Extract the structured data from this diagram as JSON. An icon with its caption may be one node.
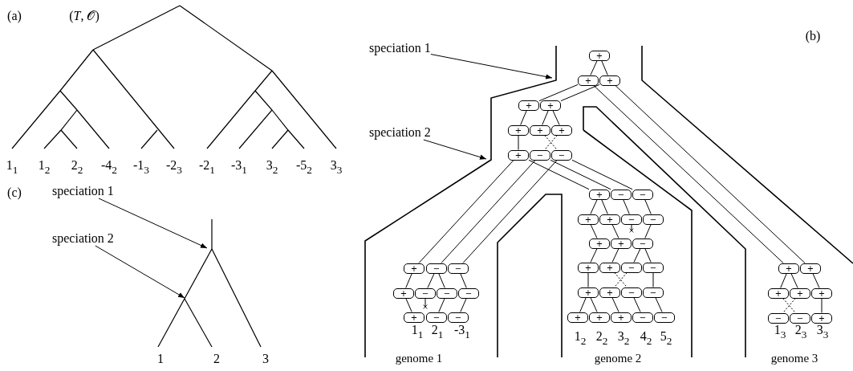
{
  "diagram": {
    "nodes": [
      {
        "text": [
          "speciation 1"
        ]
      },
      {
        "text": [
          "speciation 2"
        ]
      },
      {
        "text": [
          "+"
        ]
      },
      {
        "text": [
          "+"
        ]
      },
      {
        "text": [
          "+"
        ]
      },
      {
        "text": [
          "+"
        ]
      },
      {
        "text": [
          "+"
        ]
      },
      {
        "text": [
          "+"
        ]
      },
      {
        "text": [
          "+"
        ]
      },
      {
        "text": [
          "+"
        ]
      },
      {
        "text": [
          "+"
        ]
      },
      {
        "text": [
          "−"
        ]
      },
      {
        "text": [
          "−"
        ]
      },
      {
        "text": [
          "+"
        ]
      },
      {
        "text": [
          "−"
        ]
      },
      {
        "text": [
          "−"
        ]
      },
      {
        "text": [
          "+"
        ]
      },
      {
        "text": [
          "−"
        ]
      },
      {
        "text": [
          "−"
        ]
      },
      {
        "text": [
          "−"
        ]
      },
      {
        "text": [
          "+"
        ]
      },
      {
        "text": [
          "−"
        ]
      },
      {
        "text": [
          "−"
        ]
      },
      {
        "text": [
          "+"
        ]
      },
      {
        "text": [
          "−"
        ]
      },
      {
        "text": [
          "−"
        ]
      },
      {
        "text": [
          "+"
        ]
      },
      {
        "text": [
          "+"
        ]
      },
      {
        "text": [
          "−"
        ]
      },
      {
        "text": [
          "−"
        ]
      },
      {
        "text": [
          "+"
        ]
      },
      {
        "text": [
          "+"
        ]
      },
      {
        "text": [
          "−"
        ]
      },
      {
        "text": [
          "+"
        ]
      },
      {
        "text": [
          "+"
        ]
      },
      {
        "text": [
          "−"
        ]
      },
      {
        "text": [
          "−"
        ]
      },
      {
        "text": [
          "+"
        ]
      },
      {
        "text": [
          "+"
        ]
      },
      {
        "text": [
          "−"
        ]
      },
      {
        "text": [
          "−"
        ]
      },
      {
        "text": [
          "+"
        ]
      },
      {
        "text": [
          "+"
        ]
      },
      {
        "text": [
          "+"
        ]
      },
      {
        "text": [
          "−"
        ]
      },
      {
        "text": [
          "−"
        ]
      },
      {
        "text": [
          "+"
        ]
      },
      {
        "text": [
          "+"
        ]
      },
      {
        "text": [
          "+"
        ]
      },
      {
        "text": [
          "+"
        ]
      },
      {
        "text": [
          "+"
        ]
      },
      {
        "text": [
          "−"
        ]
      },
      {
        "text": [
          "−"
        ]
      },
      {
        "text": [
          "+"
        ]
      },
      {
        "text": [
          "speciation 1"
        ]
      },
      {
        "text": [
          "speciation 2"
        ]
      }
    ],
    "edges": [
      {
        "from": 0,
        "to": null,
        "arrow": "to"
      },
      {
        "from": 1,
        "to": null,
        "arrow": "to"
      },
      {
        "from": 2,
        "to": 3,
        "arrow": "none"
      },
      {
        "from": 2,
        "to": 4,
        "arrow": "none"
      },
      {
        "from": 3,
        "to": 5,
        "arrow": "none"
      },
      {
        "from": 3,
        "to": 46,
        "arrow": "none"
      },
      {
        "from": 4,
        "to": 6,
        "arrow": "none"
      },
      {
        "from": 4,
        "to": 47,
        "arrow": "none"
      },
      {
        "from": 5,
        "to": 7,
        "arrow": "none"
      },
      {
        "from": 6,
        "to": 8,
        "arrow": "none"
      },
      {
        "from": 6,
        "to": 9,
        "arrow": "none"
      },
      {
        "from": 7,
        "to": 10,
        "arrow": "none"
      },
      {
        "from": 8,
        "to": 12,
        "arrow": "none",
        "style": "dashed"
      },
      {
        "from": 9,
        "to": 11,
        "arrow": "none",
        "style": "dashed"
      },
      {
        "from": 10,
        "to": 13,
        "arrow": "none"
      },
      {
        "from": 10,
        "to": 23,
        "arrow": "none"
      },
      {
        "from": 11,
        "to": 14,
        "arrow": "none"
      },
      {
        "from": 11,
        "to": 24,
        "arrow": "none"
      },
      {
        "from": 12,
        "to": 15,
        "arrow": "none"
      },
      {
        "from": 12,
        "to": 25,
        "arrow": "none"
      },
      {
        "from": 13,
        "to": 16,
        "arrow": "none"
      },
      {
        "from": 14,
        "to": 17,
        "arrow": "none"
      },
      {
        "from": 14,
        "to": 18,
        "arrow": "none"
      },
      {
        "from": 15,
        "to": 19,
        "arrow": "none"
      },
      {
        "from": 16,
        "to": 20,
        "arrow": "none"
      },
      {
        "from": 17,
        "to": null,
        "arrow": "other"
      },
      {
        "from": 18,
        "to": 21,
        "arrow": "none"
      },
      {
        "from": 19,
        "to": 22,
        "arrow": "none"
      },
      {
        "from": 23,
        "to": 26,
        "arrow": "none"
      },
      {
        "from": 23,
        "to": 27,
        "arrow": "none"
      },
      {
        "from": 24,
        "to": 28,
        "arrow": "none"
      },
      {
        "from": 25,
        "to": 29,
        "arrow": "none"
      },
      {
        "from": 26,
        "to": 30,
        "arrow": "none"
      },
      {
        "from": 27,
        "to": 31,
        "arrow": "none"
      },
      {
        "from": 28,
        "to": null,
        "arrow": "other"
      },
      {
        "from": 29,
        "to": 32,
        "arrow": "none"
      },
      {
        "from": 30,
        "to": 33,
        "arrow": "none"
      },
      {
        "from": 31,
        "to": 34,
        "arrow": "none"
      },
      {
        "from": 32,
        "to": 35,
        "arrow": "none"
      },
      {
        "from": 32,
        "to": 36,
        "arrow": "none"
      },
      {
        "from": 33,
        "to": 37,
        "arrow": "none"
      },
      {
        "from": 34,
        "to": 39,
        "arrow": "none",
        "style": "dashed"
      },
      {
        "from": 35,
        "to": 38,
        "arrow": "none",
        "style": "dashed"
      },
      {
        "from": 36,
        "to": 40,
        "arrow": "none"
      },
      {
        "from": 37,
        "to": 41,
        "arrow": "none"
      },
      {
        "from": 37,
        "to": 42,
        "arrow": "none"
      },
      {
        "from": 38,
        "to": 43,
        "arrow": "none"
      },
      {
        "from": 39,
        "to": 44,
        "arrow": "none"
      },
      {
        "from": 40,
        "to": 45,
        "arrow": "none"
      },
      {
        "from": 46,
        "to": 48,
        "arrow": "none"
      },
      {
        "from": 46,
        "to": 49,
        "arrow": "none"
      },
      {
        "from": 47,
        "to": 50,
        "arrow": "none"
      },
      {
        "from": 48,
        "to": 52,
        "arrow": "none",
        "style": "dashed"
      },
      {
        "from": 49,
        "to": 51,
        "arrow": "none",
        "style": "dashed"
      },
      {
        "from": 50,
        "to": 53,
        "arrow": "none"
      },
      {
        "from": 54,
        "to": null,
        "arrow": "to"
      },
      {
        "from": 55,
        "to": null,
        "arrow": "to"
      }
    ],
    "labels": [
      "(a)",
      "(*T*, 𝒪)",
      "1$_{1}$",
      "1$_{2}$",
      "2$_{2}$",
      "-4$_{2}$",
      "-1$_{3}$",
      "-2$_{3}$",
      "-2$_{1}$",
      "-3$_{1}$",
      "3$_{2}$",
      "-5$_{2}$",
      "3$_{3}$",
      "(b)",
      "1$_{1}$",
      "2$_{1}$",
      "-3$_{1}$",
      "1$_{2}$",
      "2$_{2}$",
      "3$_{2}$",
      "4$_{2}$",
      "5$_{2}$",
      "1$_{3}$",
      "2$_{3}$",
      "3$_{3}$",
      "genome 1",
      "genome 2",
      "genome 3",
      "(c)",
      "1",
      "2",
      "3"
    ]
  }
}
